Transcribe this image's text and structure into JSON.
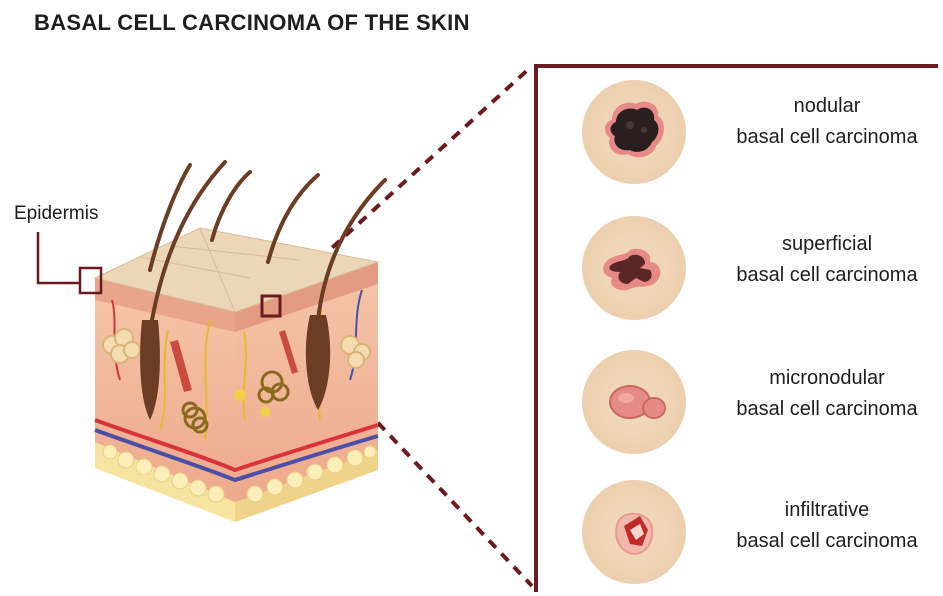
{
  "title": "BASAL CELL CARCINOMA OF THE SKIN",
  "epidermis_label": "Epidermis",
  "colors": {
    "frame": "#6b1a20",
    "skin_top": "#e9d2b6",
    "dermis": "#f2b59a",
    "fat": "#f6e6a3",
    "artery": "#d8323a",
    "vein": "#4c4fa8"
  },
  "types": [
    {
      "line1": "nodular",
      "line2": "basal cell carcinoma",
      "icon": "nodular-lesion-icon"
    },
    {
      "line1": "superficial",
      "line2": "basal cell carcinoma",
      "icon": "superficial-lesion-icon"
    },
    {
      "line1": "micronodular",
      "line2": "basal cell carcinoma",
      "icon": "micronodular-lesion-icon"
    },
    {
      "line1": "infiltrative",
      "line2": "basal cell carcinoma",
      "icon": "infiltrative-lesion-icon"
    }
  ]
}
